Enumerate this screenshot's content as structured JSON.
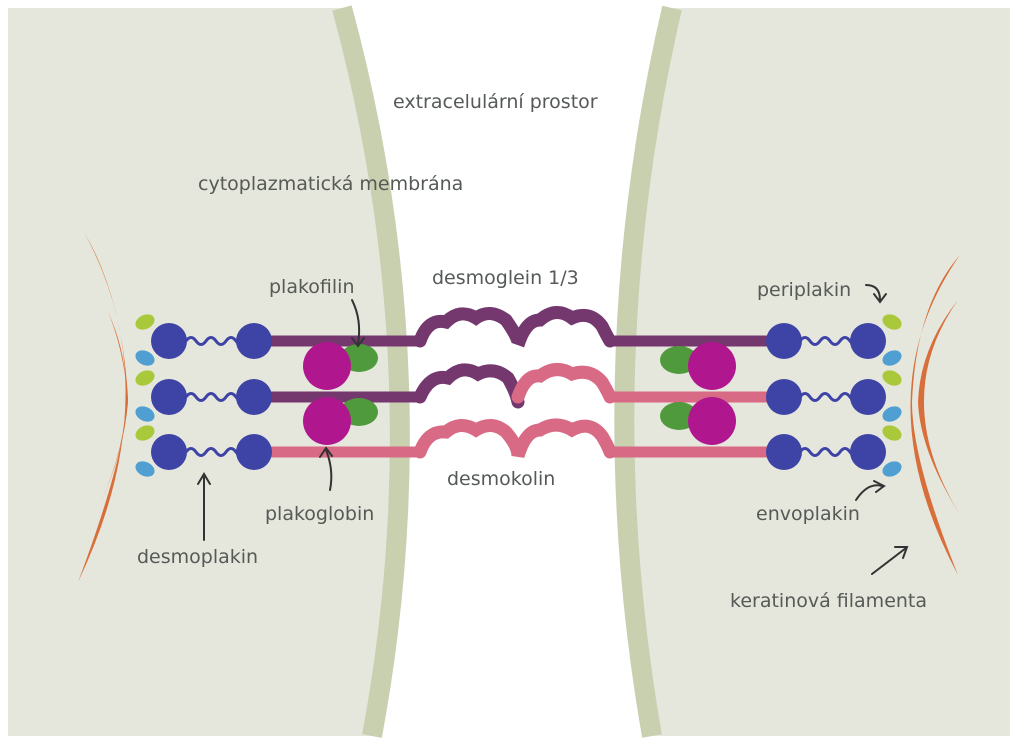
{
  "labels": {
    "extracellular_space": "extracelulární prostor",
    "cytoplasmic_membrane": "cytoplazmatická membrána",
    "desmoglein": "desmoglein 1/3",
    "plakophilin": "plakofilin",
    "plakoglobin": "plakoglobin",
    "desmocollin": "desmokolin",
    "desmoplakin": "desmoplakin",
    "periplakin": "periplakin",
    "envoplakin": "envoplakin",
    "keratin_filaments": "keratinová filamenta"
  },
  "colors": {
    "cytoplasm": "#e6e7dc",
    "membrane": "#c8d0b0",
    "extracellular": "#ffffff",
    "keratin": "#d86e3a",
    "desmoplakin": "#3d44a6",
    "plakoglobin": "#b0178e",
    "plakophilin": "#4e9a3c",
    "desmoglein": "#74376e",
    "desmocollin": "#d86a85",
    "periplakin": "#a9c83a",
    "envoplakin": "#4f9fd2"
  }
}
